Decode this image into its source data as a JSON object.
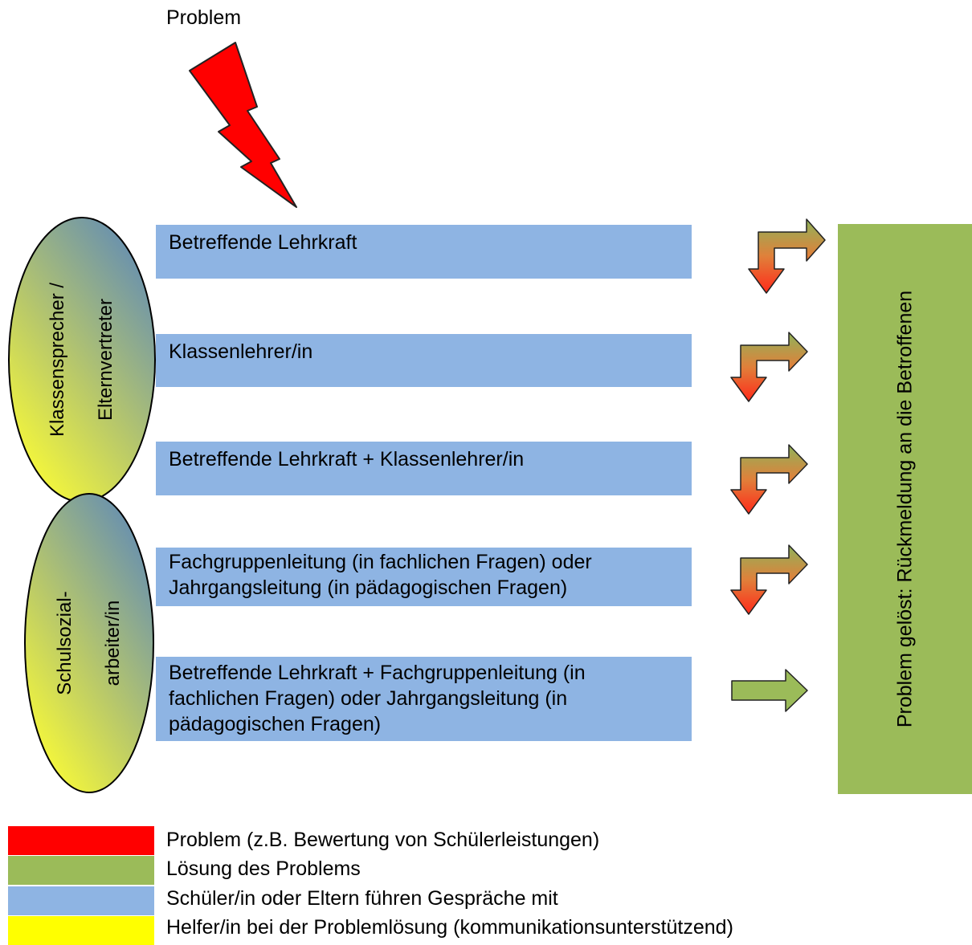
{
  "diagram": {
    "title": "Problem",
    "steps": [
      {
        "label": "Betreffende Lehrkraft"
      },
      {
        "label": "Klassenlehrer/in"
      },
      {
        "label": "Betreffende Lehrkraft + Klassenlehrer/in"
      },
      {
        "label_lines": [
          "Fachgruppenleitung (in fachlichen Fragen) oder",
          "Jahrgangsleitung (in pädagogischen Fragen)"
        ]
      },
      {
        "label_lines": [
          "Betreffende Lehrkraft + Fachgruppenleitung (in",
          "fachlichen Fragen) oder Jahrgangsleitung (in",
          "pädagogischen Fragen)"
        ]
      }
    ],
    "helpers": [
      {
        "lines": [
          "Klassensprecher /",
          "Elternvertreter"
        ]
      },
      {
        "lines": [
          "Schulsozial-",
          "arbeiter/in"
        ]
      }
    ],
    "result": "Problem gelöst: Rückmeldung an die Betroffenen"
  },
  "legend": [
    {
      "color": "#ff0000",
      "label": "Problem (z.B. Bewertung von Schülerleistungen)"
    },
    {
      "color": "#9bbb59",
      "label": "Lösung des Problems"
    },
    {
      "color": "#8eb4e3",
      "label": "Schüler/in oder Eltern führen Gespräche mit"
    },
    {
      "color": "#ffff00",
      "label": "Helfer/in bei der Problemlösung (kommunikationsunterstützend)"
    }
  ],
  "colors": {
    "problem": "#ff0000",
    "solution": "#9bbb59",
    "conversation": "#8eb4e3",
    "helper_start": "#ffff00",
    "helper_end": "#5e89b8"
  }
}
